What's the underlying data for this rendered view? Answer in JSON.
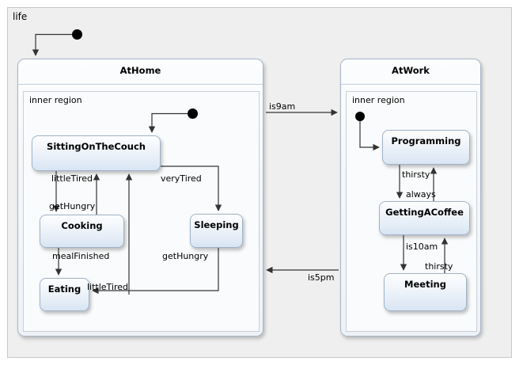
{
  "diagram": {
    "title": "life",
    "type": "uml-state-machine"
  },
  "composites": [
    {
      "id": "athome",
      "name": "AtHome",
      "region_label": "inner region"
    },
    {
      "id": "atwork",
      "name": "AtWork",
      "region_label": "inner region"
    }
  ],
  "states": {
    "sitting_on_the_couch": "SittingOnTheCouch",
    "cooking": "Cooking",
    "eating": "Eating",
    "sleeping": "Sleeping",
    "programming": "Programming",
    "getting_a_coffee": "GettingACoffee",
    "meeting": "Meeting"
  },
  "transitions": {
    "home_littletired": "littleTired",
    "home_gethungry": "getHungry",
    "home_verytired": "veryTired",
    "home_mealfinished": "mealFinished",
    "home_eating_littletired": "littleTired",
    "home_sleeping_gethungry": "getHungry",
    "to_work": "is9am",
    "to_home": "is5pm",
    "work_thirsty_1": "thirsty",
    "work_always": "always",
    "work_is10am": "is10am",
    "work_thirsty_2": "thirsty"
  },
  "colors": {
    "canvas": "#efefef",
    "state_border": "#9fb3c8",
    "state_fill_top": "#fdfdfe",
    "state_fill_bottom": "#d9e5f3",
    "composite_border": "#a7b6c7",
    "region_border": "#c9cfd6",
    "edge": "#3a3a3a",
    "initial_node": "#000000"
  }
}
